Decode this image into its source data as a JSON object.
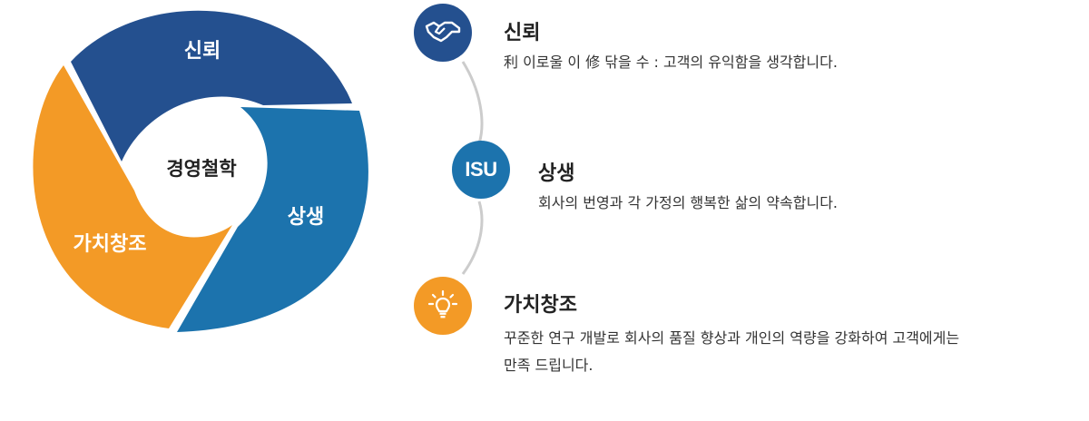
{
  "diagram": {
    "center_label": "경영철학",
    "segments": [
      {
        "label": "신뢰",
        "color": "#24508f"
      },
      {
        "label": "상생",
        "color": "#1c73ad"
      },
      {
        "label": "가치창조",
        "color": "#f39a26"
      }
    ]
  },
  "items": [
    {
      "title": "신뢰",
      "desc": "利 이로울 이 修 닦을 수 : 고객의 유익함을 생각합니다.",
      "icon": "handshake-icon",
      "color": "#24508f"
    },
    {
      "title": "상생",
      "desc": "회사의 번영과 각 가정의 행복한 삶의 약속합니다.",
      "badge": "ISU",
      "color": "#1c73ad"
    },
    {
      "title": "가치창조",
      "desc_line1": "꾸준한 연구 개발로 회사의 품질 향상과 개인의 역량을 강화하여 고객에게는",
      "desc_line2": "만족 드립니다.",
      "icon": "lightbulb-icon",
      "color": "#f39a26"
    }
  ],
  "colors": {
    "connector": "#cccccc"
  }
}
